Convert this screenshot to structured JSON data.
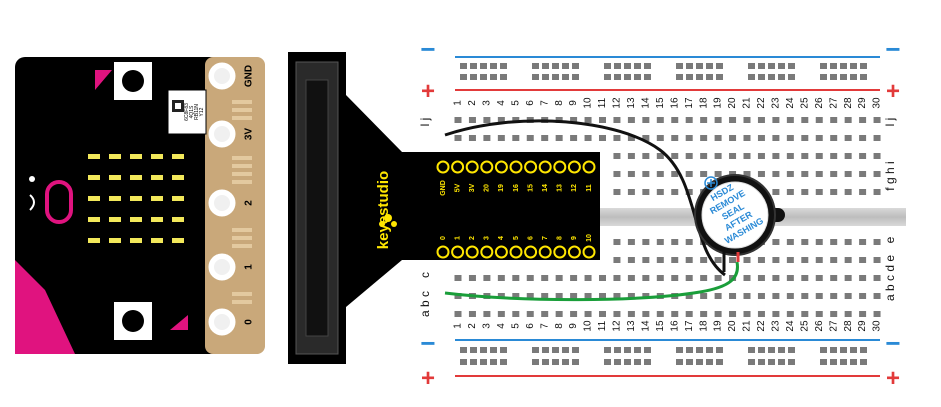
{
  "microbit": {
    "pins": [
      "GND",
      "3V",
      "2",
      "1",
      "0"
    ],
    "chip_text": [
      "6C8F83",
      "4Q1S",
      "RB11N",
      "Y12"
    ]
  },
  "adapter": {
    "brand": "keyestudio",
    "top_pins": [
      "GND",
      "5V",
      "3V",
      "20",
      "19",
      "16",
      "15",
      "14",
      "13",
      "12",
      "11"
    ],
    "bottom_pins": [
      "0",
      "1",
      "2",
      "3",
      "4",
      "5",
      "6",
      "7",
      "8",
      "9",
      "10"
    ]
  },
  "breadboard": {
    "minus_sign": "−",
    "plus_sign": "+",
    "rows_left_top": [
      "l",
      "j"
    ],
    "rows_left_mid": [
      "c"
    ],
    "rows_left_bot": [
      "a",
      "b",
      "c"
    ],
    "rows_right_top": [
      "l",
      "j"
    ],
    "rows_right_mid": [
      "f",
      "g",
      "h",
      "i"
    ],
    "rows_right_mid2": [
      "e"
    ],
    "rows_right_bot": [
      "a",
      "b",
      "c",
      "d",
      "e"
    ],
    "column_numbers": [
      "1",
      "2",
      "3",
      "4",
      "5",
      "6",
      "7",
      "8",
      "9",
      "10",
      "11",
      "12",
      "13",
      "14",
      "15",
      "16",
      "17",
      "18",
      "19",
      "20",
      "21",
      "22",
      "23",
      "24",
      "25",
      "26",
      "27",
      "28",
      "29",
      "30"
    ]
  },
  "buzzer": {
    "label_lines": [
      "HSDZ",
      "REMOVE",
      "SEAL",
      "AFTER",
      "WASHING"
    ],
    "polarity": "+"
  },
  "colors": {
    "board_black": "#000000",
    "pin_gold": "#c9a87a",
    "led": "#f2e85a",
    "pink": "#e0137f",
    "wire_black": "#111111",
    "wire_green": "#1a9e3a",
    "rail_blue": "#2a8ad6",
    "rail_red": "#e23a3a",
    "brand_yellow": "#ffe600"
  }
}
